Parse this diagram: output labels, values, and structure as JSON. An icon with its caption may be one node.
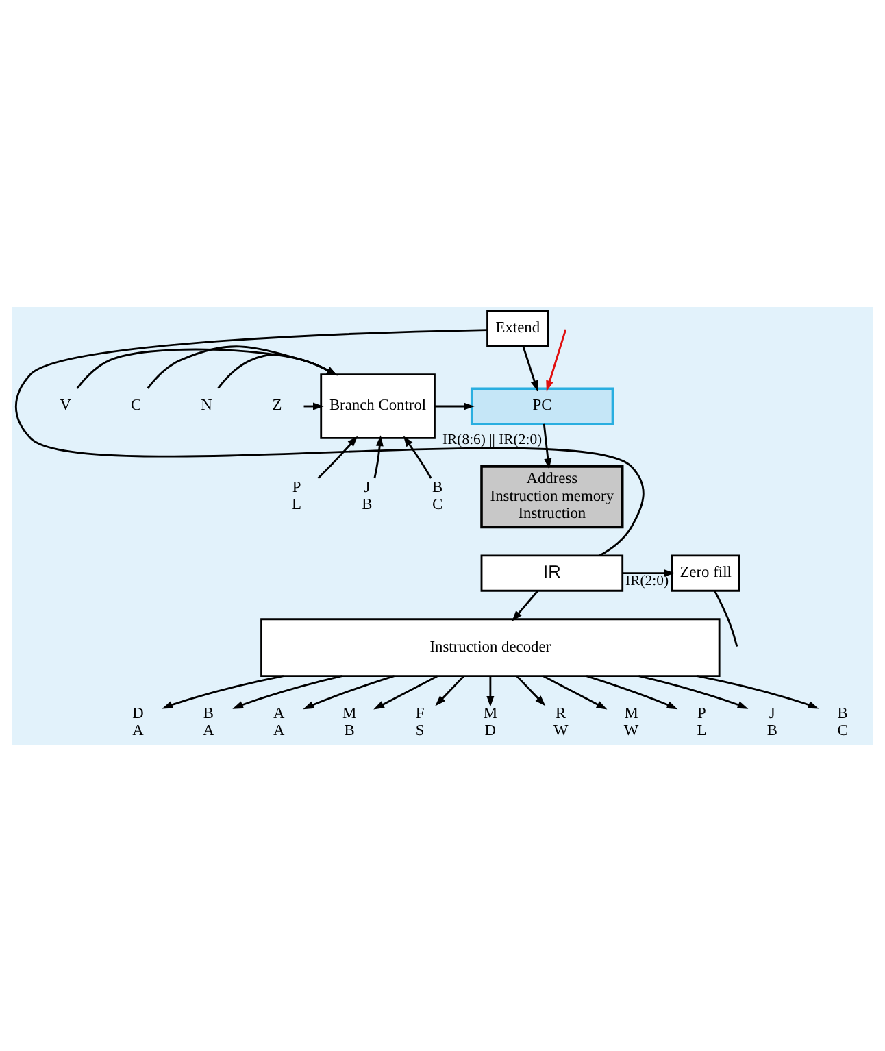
{
  "diagram": {
    "nodes": [
      {
        "text": [
          "Branch Control"
        ]
      },
      {
        "text": [
          "PC"
        ]
      },
      {
        "text": [
          "Extend"
        ]
      },
      {
        "text": [
          "Address",
          "Instruction memory",
          "Instruction"
        ]
      },
      {
        "text": [
          "IR"
        ]
      },
      {
        "text": [
          "Instruction decoder"
        ]
      },
      {
        "text": [
          "Zero fill"
        ]
      },
      {
        "text": [
          "V"
        ]
      },
      {
        "text": [
          "C"
        ]
      },
      {
        "text": [
          "N"
        ]
      },
      {
        "text": [
          "Z"
        ]
      },
      {
        "text": [
          "P L"
        ]
      },
      {
        "text": [
          "J B"
        ]
      },
      {
        "text": [
          "B C"
        ]
      },
      {
        "text": [
          "D A"
        ]
      },
      {
        "text": [
          "B A"
        ]
      },
      {
        "text": [
          "A A"
        ]
      },
      {
        "text": [
          "M B"
        ]
      },
      {
        "text": [
          "F S"
        ]
      },
      {
        "text": [
          "M D"
        ]
      },
      {
        "text": [
          "R W"
        ]
      },
      {
        "text": [
          "M W"
        ]
      },
      {
        "text": [
          "P L"
        ]
      },
      {
        "text": [
          "J B"
        ]
      },
      {
        "text": [
          "B C"
        ]
      }
    ],
    "edges": [
      {
        "from": 7,
        "to": 0,
        "arrow": "to"
      },
      {
        "from": 8,
        "to": 0,
        "arrow": "to"
      },
      {
        "from": 9,
        "to": 0,
        "arrow": "to"
      },
      {
        "from": 10,
        "to": 0,
        "arrow": "to"
      },
      {
        "from": 11,
        "to": 0,
        "arrow": "to"
      },
      {
        "from": 12,
        "to": 0,
        "arrow": "to"
      },
      {
        "from": 13,
        "to": 0,
        "arrow": "to"
      },
      {
        "from": 0,
        "to": 1,
        "arrow": "to"
      },
      {
        "from": null,
        "to": 1,
        "arrow": "to",
        "color": "#e01010"
      },
      {
        "from": 2,
        "to": 1,
        "arrow": "to"
      },
      {
        "from": 1,
        "to": 3,
        "arrow": "to"
      },
      {
        "from": 4,
        "to": 2,
        "arrow": "none",
        "label": "IR(8:6) || IR(2:0)"
      },
      {
        "from": 4,
        "to": 6,
        "arrow": "to",
        "label": "IR(2:0)"
      },
      {
        "from": 4,
        "to": 5,
        "arrow": "to"
      },
      {
        "from": 6,
        "to": null,
        "arrow": "none"
      },
      {
        "from": 5,
        "to": 14,
        "arrow": "to"
      },
      {
        "from": 5,
        "to": 15,
        "arrow": "to"
      },
      {
        "from": 5,
        "to": 16,
        "arrow": "to"
      },
      {
        "from": 5,
        "to": 17,
        "arrow": "to"
      },
      {
        "from": 5,
        "to": 18,
        "arrow": "to"
      },
      {
        "from": 5,
        "to": 19,
        "arrow": "to"
      },
      {
        "from": 5,
        "to": 20,
        "arrow": "to"
      },
      {
        "from": 5,
        "to": 21,
        "arrow": "to"
      },
      {
        "from": 5,
        "to": 22,
        "arrow": "to"
      },
      {
        "from": 5,
        "to": 23,
        "arrow": "to"
      },
      {
        "from": 5,
        "to": 24,
        "arrow": "to"
      }
    ]
  }
}
